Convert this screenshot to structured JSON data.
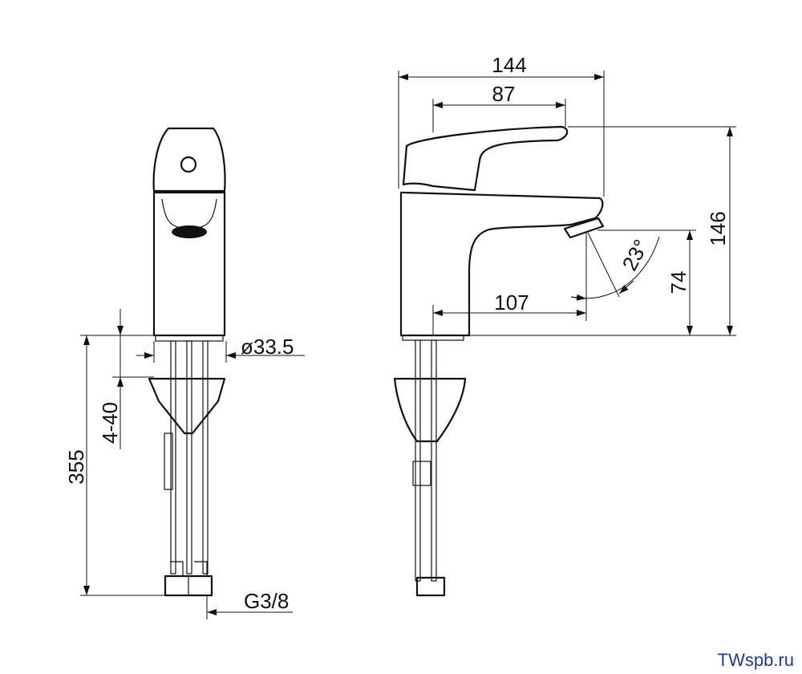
{
  "dimensions": {
    "total_length": "144",
    "handle_length": "87",
    "total_height": "146",
    "spout_height": "74",
    "spout_reach": "107",
    "spout_angle": "23°",
    "diameter": "ø33.5",
    "hose_length": "355",
    "worktop_thickness": "4-40",
    "connection": "G3/8"
  },
  "watermark": "TWspb.ru"
}
